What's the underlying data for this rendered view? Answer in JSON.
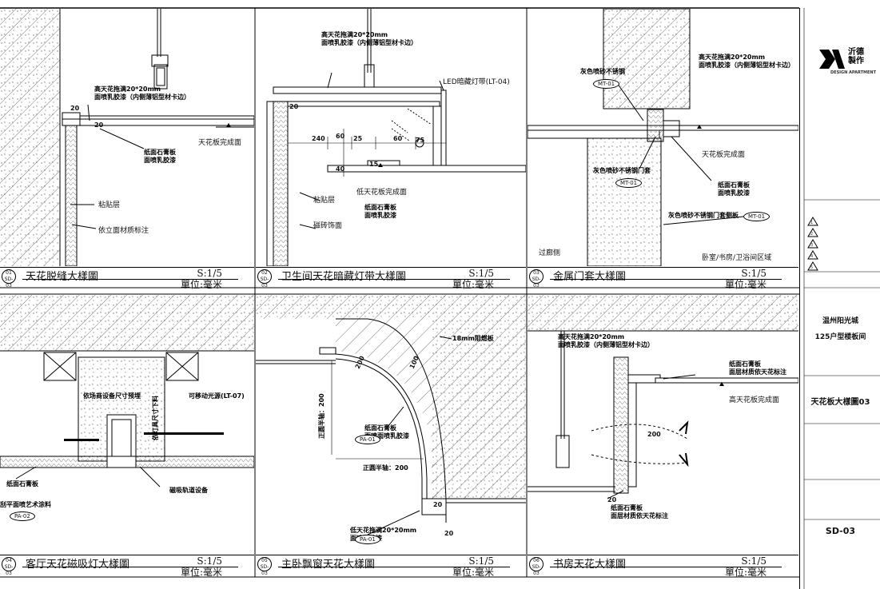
{
  "panels": [
    {
      "id": "p01",
      "num": "01\nSD-03",
      "title": "天花脱缝大樣圖",
      "scale": "S:1/5",
      "unit": "單位:毫米",
      "notes": {
        "ceiling": "高天花拖满20*20mm\n面喷乳胶漆（内侧薄铝型材卡边）",
        "finish": "天花板完成面",
        "board": "纸面石膏板\n面喷乳胶漆",
        "adhesive": "粘贴层",
        "material": "依立面材质标注"
      },
      "dims": [
        "20",
        "20"
      ]
    },
    {
      "id": "p02",
      "num": "02\nSD-03",
      "title": "卫生间天花暗藏灯带大樣圖",
      "scale": "S:1/5",
      "unit": "單位:毫米",
      "notes": {
        "ceiling": "高天花拖满20*20mm\n面喷乳胶漆（内侧薄铝型材卡边）",
        "led": "LED暗藏灯带(LT-04)",
        "low_finish": "低天花板完成面",
        "board": "纸面石膏板\n面喷乳胶漆",
        "adhesive": "粘贴层",
        "tile": "磁砖饰面"
      },
      "dims": [
        "20",
        "240",
        "60",
        "25",
        "60",
        "40",
        "15",
        "75"
      ]
    },
    {
      "id": "p03",
      "num": "03\nSD-03",
      "title": "金属门套大樣圖",
      "scale": "S:1/5",
      "unit": "單位:毫米",
      "notes": {
        "ceiling": "高天花拖满20*20mm\n面喷乳胶漆（内侧薄铝型材卡边）",
        "steel": "灰色喷砂不锈钢",
        "finish": "天花板完成面",
        "door_frame": "灰色喷砂不锈钢门套",
        "board": "纸面石膏板\n面喷乳胶漆",
        "door_line": "灰色喷砂不锈钢门套侧板",
        "corridor": "过廊侧",
        "rooms": "卧室/书房/卫浴间区域"
      },
      "tags": [
        "MT-01",
        "MT-01",
        "MT-01"
      ]
    },
    {
      "id": "p04",
      "num": "04\nSD-03",
      "title": "客厅天花磁吸灯大樣圖",
      "scale": "S:1/5",
      "unit": "單位:毫米",
      "notes": {
        "reserve": "依场商设备尺寸预埋",
        "movable": "可移动光源(LT-07)",
        "cut": "依灯具尺寸下料",
        "board": "纸面石膏板",
        "paint": "刮平面喷艺术涂料",
        "track": "磁吸轨道设备"
      },
      "tags": [
        "PA-02"
      ]
    },
    {
      "id": "p05",
      "num": "05\nSD-03",
      "title": "主卧飘窗天花大樣圖",
      "scale": "S:1/5",
      "unit": "單位:毫米",
      "notes": {
        "plywood": "18mm阻燃板",
        "radius": "正圆半轴：200",
        "board": "纸面石膏板\n面喷面喷乳胶漆",
        "radius2": "正圆半轴：200",
        "low_ceiling": "低天花拖满20*20mm\n面喷乳胶漆"
      },
      "tags": [
        "PA-01",
        "PA-01"
      ],
      "dims": [
        "200",
        "100",
        "20",
        "20"
      ]
    },
    {
      "id": "p06",
      "num": "06\nSD-03",
      "title": "书房天花大樣圖",
      "scale": "S:1/5",
      "unit": "單位:毫米",
      "notes": {
        "ceiling": "高天花拖满20*20mm\n面喷乳胶漆（内侧薄铝型材卡边）",
        "board": "纸面石膏板\n面层材质依天花标注",
        "finish": "高天花板完成面",
        "board2": "纸面石膏板\n面层材质依天花标注"
      },
      "dims": [
        "200",
        "20"
      ]
    }
  ],
  "title_block": {
    "company": "沂德\n製作",
    "company_en": "DESIGN APARTMENT",
    "project": "温州阳光城\n125户型楼板间",
    "drawing_title": "天花板大樣圖03",
    "drawing_no": "SD-03",
    "revisions": [
      "1",
      "2",
      "3",
      "4",
      "5"
    ]
  },
  "colors": {
    "line": "#000000",
    "hatch": "#555555",
    "concrete_dot": "#888888"
  }
}
